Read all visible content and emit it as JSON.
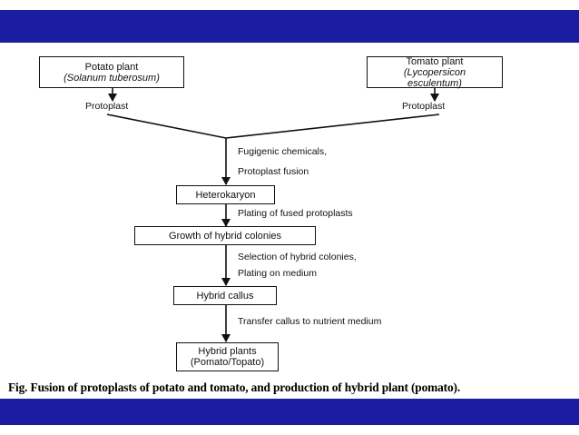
{
  "diagram": {
    "sources": [
      {
        "name": "Potato plant",
        "species": "(Solanum tuberosum)",
        "product": "Protoplast"
      },
      {
        "name": "Tomato plant",
        "species_line1": "(Lycopersicon",
        "species_line2": "esculentum)",
        "product": "Protoplast"
      }
    ],
    "steps": [
      {
        "label": "Heterokaryon",
        "edge_lines": [
          "Fugigenic chemicals,",
          "Protoplast fusion"
        ]
      },
      {
        "label": "Growth of hybrid colonies",
        "edge_lines": [
          "Plating of fused protoplasts"
        ]
      },
      {
        "label": "Hybrid callus",
        "edge_lines": [
          "Selection of hybrid colonies,",
          "Plating on medium"
        ]
      },
      {
        "label_line1": "Hybrid plants",
        "label_line2": "(Pomato/Topato)",
        "edge_lines": [
          "Transfer callus to nutrient medium"
        ]
      }
    ]
  },
  "caption": "Fig. Fusion of protoplasts of potato and tomato, and production of hybrid plant (pomato).",
  "colors": {
    "band": "#1c1ca0",
    "ink": "#111111"
  }
}
